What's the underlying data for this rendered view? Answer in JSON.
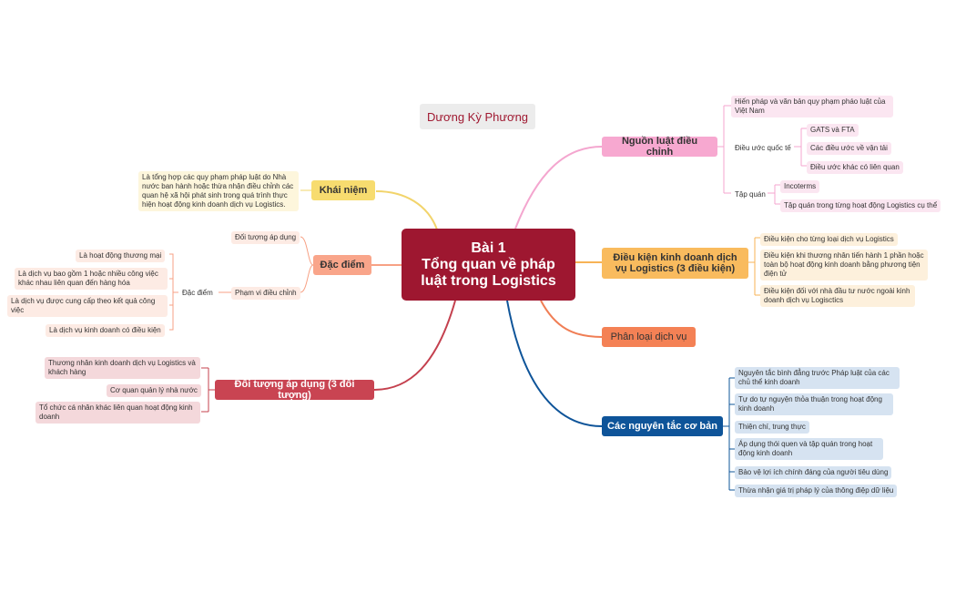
{
  "author": "Dương Kỳ Phương",
  "central": {
    "line1": "Bài 1",
    "line2": "Tổng quan về pháp",
    "line3": "luật trong Logistics"
  },
  "branches": {
    "khai_niem": {
      "label": "Khái niệm",
      "desc": "Là tổng hợp các quy phạm pháp luật do Nhà nước ban hành hoặc thừa nhận điều chỉnh các quan hệ xã hội phát sinh trong quá trình thực hiện hoạt động kinh doanh dịch vụ Logistics."
    },
    "dac_diem": {
      "label": "Đặc điểm",
      "doi_tuong": "Đối tượng áp dụng",
      "pham_vi": "Phạm vi điều chỉnh",
      "sub_label": "Đặc điểm",
      "items": [
        "Là hoạt động thương mại",
        "Là dịch vụ bao gồm 1 hoặc nhiều công việc khác nhau liên quan đến hàng hóa",
        "Là dịch vụ được cung cấp theo kết quả công việc",
        "Là dịch vụ kinh doanh có điều kiện"
      ]
    },
    "doi_tuong": {
      "label": "Đối tượng áp dụng (3 đối tượng)",
      "items": [
        "Thương nhân kinh doanh dịch vụ Logistics và khách hàng",
        "Cơ quan quản lý nhà nước",
        "Tổ chức cá nhân khác liên quan hoạt động kinh doanh"
      ]
    },
    "nguon_luat": {
      "label": "Nguồn luật điều chỉnh",
      "hien_phap": "Hiến pháp và văn bản quy phạm pháo luật của Việt Nam",
      "dieu_uoc": "Điều ước quốc tế",
      "dieu_uoc_items": [
        "GATS và FTA",
        "Các điều ước về vận tải",
        "Điều ước khác có liên quan"
      ],
      "tap_quan": "Tập quán",
      "tap_quan_items": [
        "Incoterms",
        "Tập quán trong từng hoạt động Logistics cụ thể"
      ]
    },
    "dieu_kien": {
      "label": "Điều kiện kinh doanh dịch vụ Logistics (3 điều kiện)",
      "items": [
        "Điều kiện cho từng loại dịch vụ Logistics",
        "Điều kiện khi thương nhân tiến hành 1 phần hoặc toàn bộ hoạt động kinh doanh bằng phương tiện điện tử",
        "Điều kiện đối với nhà đầu tư nước ngoài kinh doanh dịch vụ Logisctics"
      ]
    },
    "phan_loai": {
      "label": "Phân loại dịch vụ"
    },
    "nguyen_tac": {
      "label": "Các nguyên tắc cơ bản",
      "items": [
        "Nguyên tắc bình đẳng trước Pháp luật của các chủ thể kinh doanh",
        "Tự do tự nguyện thỏa thuận trong hoạt động kinh doanh",
        "Thiện chí, trung thực",
        "Áp dụng thói quen và tập quán trong hoạt động kinh doanh",
        "Bảo vệ lợi ích chính đáng của người tiêu dùng",
        "Thừa nhận giá trị pháp lý của thông điệp dữ liệu"
      ]
    }
  },
  "colors": {
    "central": "#9e1730",
    "khai_niem": "#f7dc6f",
    "dac_diem": "#f9a58a",
    "doi_tuong": "#c94452",
    "nguon_luat": "#f7a8d0",
    "dieu_kien": "#f9bb5e",
    "phan_loai": "#f48155",
    "nguyen_tac": "#0e5499"
  }
}
